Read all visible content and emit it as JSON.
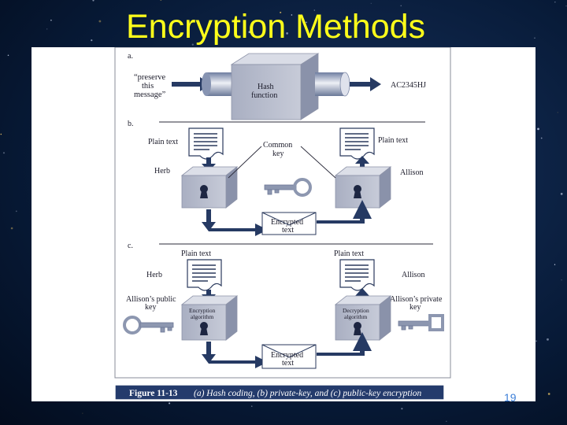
{
  "slide": {
    "title": "Encryption Methods",
    "number": "19",
    "title_color": "#ffff1a"
  },
  "figure": {
    "panel_a": {
      "letter": "a.",
      "input_line1": "“preserve",
      "input_line2": "this",
      "input_line3": "message”",
      "box_line1": "Hash",
      "box_line2": "function",
      "output": "AC2345HJ"
    },
    "panel_b": {
      "letter": "b.",
      "plain_text_left": "Plain text",
      "plain_text_right": "Plain text",
      "common_key_line1": "Common",
      "common_key_line2": "key",
      "sender": "Herb",
      "receiver": "Allison",
      "envelope_line1": "Encrypted",
      "envelope_line2": "text"
    },
    "panel_c": {
      "letter": "c.",
      "plain_text_left": "Plain text",
      "plain_text_right": "Plain text",
      "sender": "Herb",
      "receiver": "Allison",
      "public_key_line1": "Allison’s public",
      "public_key_line2": "key",
      "private_key_line1": "Allison’s private",
      "private_key_line2": "key",
      "enc_line1": "Encryption",
      "enc_line2": "algorithm",
      "dec_line1": "Decryption",
      "dec_line2": "algorithm",
      "envelope_line1": "Encrypted",
      "envelope_line2": "text"
    },
    "caption": {
      "figure_label": "Figure 11-13",
      "text": "(a) Hash coding, (b) private-key, and (c) public-key encryption"
    }
  },
  "icons": [
    "document-icon",
    "lock-box-icon",
    "key-icon",
    "envelope-icon",
    "arrow-icon",
    "cylinder-pipe-icon"
  ]
}
